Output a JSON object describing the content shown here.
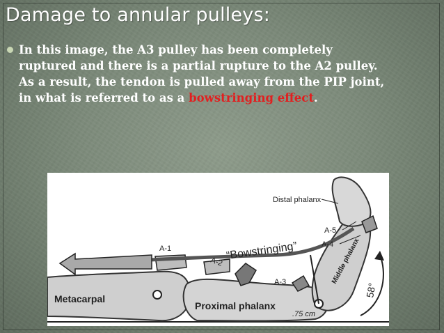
{
  "slide": {
    "title": "Damage to annular pulleys:",
    "bullet": {
      "line1": "In this image, the A3 pulley has been completely",
      "line2": "ruptured and there is a partial rupture to the A2 pulley.",
      "line3": "As a result, the tendon is pulled away from the PIP joint,",
      "line4_prefix": "in what is referred to as a ",
      "line4_highlight": "bowstringing effect",
      "line4_suffix": "."
    }
  },
  "figure": {
    "labels": {
      "distal_phalanx": "Distal phalanx",
      "a1": "A-1",
      "a2": "A-2",
      "a3": "A-3",
      "a4": "A-4",
      "a5": "A-5",
      "bowstringing": "“Bowstringing”",
      "middle_phalanx": "Middle phalanx",
      "metacarpal": "Metacarpal",
      "proximal_phalanx": "Proximal phalanx",
      "distance": ".75 cm",
      "angle": "58°"
    }
  },
  "colors": {
    "highlight": "#e02020",
    "bullet": "#c9d7b4",
    "text": "#ffffff"
  }
}
